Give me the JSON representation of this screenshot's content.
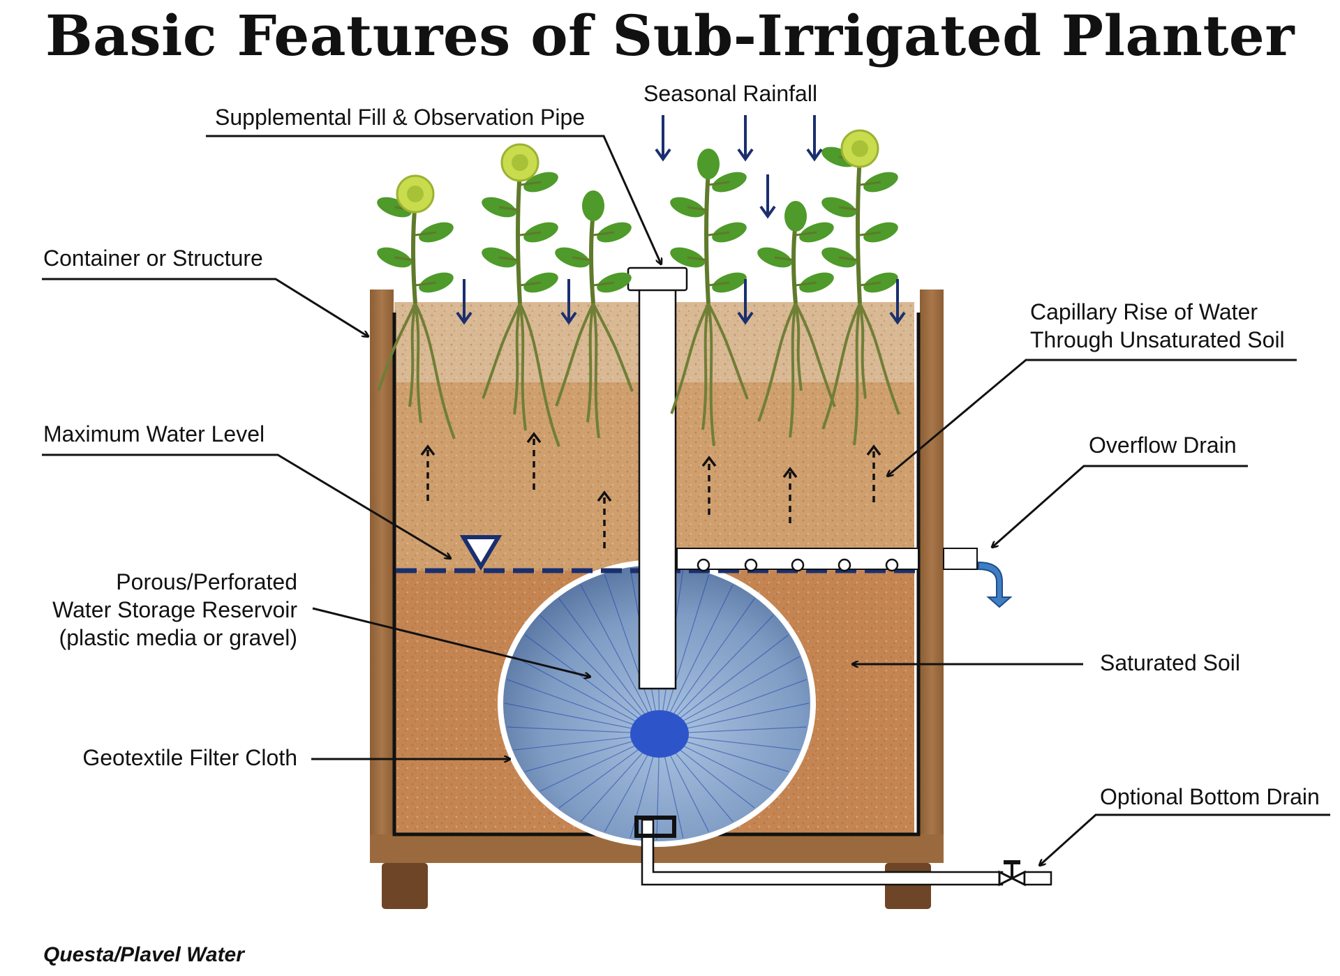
{
  "title": "Basic Features of Sub-Irrigated Planter",
  "labels": {
    "fill_pipe": "Supplemental Fill & Observation Pipe",
    "rainfall": "Seasonal Rainfall",
    "container": "Container or Structure",
    "capillary_line1": "Capillary Rise of Water",
    "capillary_line2": "Through Unsaturated Soil",
    "max_water": "Maximum Water Level",
    "overflow": "Overflow Drain",
    "reservoir_line1": "Porous/Perforated",
    "reservoir_line2": "Water Storage Reservoir",
    "reservoir_line3": "(plastic media or gravel)",
    "saturated": "Saturated Soil",
    "geotextile": "Geotextile Filter Cloth",
    "bottom_drain": "Optional Bottom Drain"
  },
  "credit": "Questa/Plavel Water",
  "colors": {
    "wood": "#9a6a3e",
    "wood_dark": "#6e4526",
    "soil_top": "#d8b48f",
    "soil_unsaturated": "#cf9f6e",
    "soil_saturated": "#c48552",
    "water_line": "#1a2f6e",
    "rain_arrow": "#1a2f6e",
    "reservoir": "#7f9cc4",
    "reservoir_core": "#2d55c9",
    "stem": "#5f7a2a",
    "leaf": "#4e9a2a",
    "flower": "#c8dc4e"
  },
  "icons": [
    "rain-arrow-icon",
    "capillary-arrow-icon",
    "water-level-triangle-icon",
    "valve-icon",
    "plant-icon"
  ]
}
